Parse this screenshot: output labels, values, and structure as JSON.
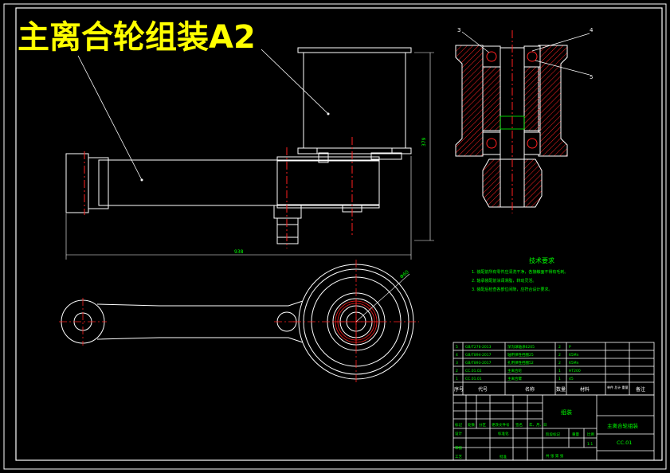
{
  "title": "主离合轮组装A2",
  "leaders": {
    "n3": "3",
    "n4": "4",
    "n5": "5",
    "dim_overall": "938",
    "dim_height": "379",
    "dim_dia": "Φ60"
  },
  "technical_requirements": {
    "heading": "技术要求",
    "items": [
      "1. 装配前所有零件应清洗干净，各接触面不得有毛刺。",
      "2. 轴承装配前涂润滑脂，转动灵活。",
      "3. 装配后检查各部位间隙，应符合设计要求。"
    ]
  },
  "bom": {
    "rows": [
      {
        "no": "5",
        "code": "GB/T276-2013",
        "name": "深沟球轴承6205",
        "qty": "2",
        "material": "P"
      },
      {
        "no": "4",
        "code": "GB/T894-2017",
        "name": "轴用弹性挡圈25",
        "qty": "2",
        "material": "65Mn"
      },
      {
        "no": "3",
        "code": "GB/T893-2017",
        "name": "孔用弹性挡圈52",
        "qty": "2",
        "material": "65Mn"
      },
      {
        "no": "2",
        "code": "CC.01.02",
        "name": "主离合轮",
        "qty": "1",
        "material": "HT200"
      },
      {
        "no": "1",
        "code": "CC.01.01",
        "name": "主离合臂",
        "qty": "1",
        "material": "45"
      }
    ],
    "header": {
      "no": "序号",
      "code": "代号",
      "name": "名称",
      "qty": "数量",
      "material": "材料",
      "weight": "单件 总计 重量",
      "note": "备注"
    }
  },
  "title_block": {
    "group": "组装",
    "drawing_name": "主离合轮组装",
    "drawing_no": "CC.01",
    "design": "设计",
    "review": "审核",
    "process": "工艺",
    "std": "标准化",
    "approve": "批准",
    "marks": "标记",
    "count": "处数",
    "zone": "分区",
    "change_doc": "更改文件号",
    "sign": "签名",
    "date": "年、月、日",
    "stage_mark": "阶段标记",
    "weight": "重量",
    "scale": "比例",
    "scale_val": "1:1",
    "sheets": "共    张  第    张"
  },
  "colors": {
    "bg": "#000000",
    "line": "#ffffff",
    "title": "#ffff00",
    "annot": "#00ff00",
    "center": "#ff0000",
    "hatch": "#ff2020"
  }
}
